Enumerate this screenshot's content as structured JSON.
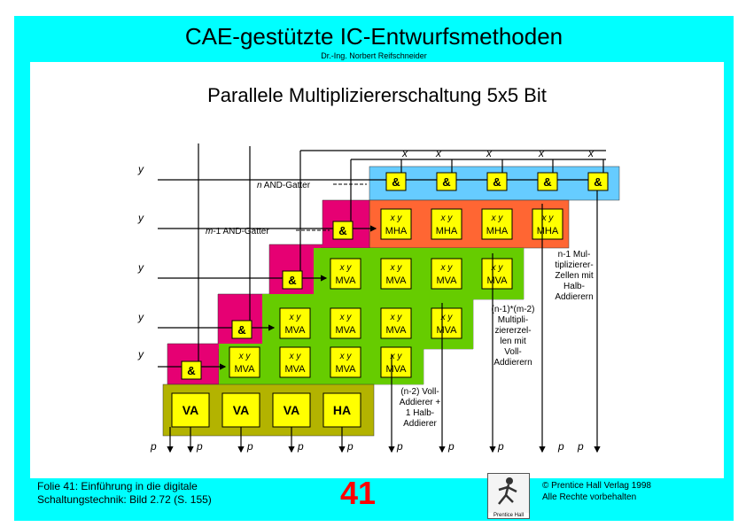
{
  "header": {
    "course_title": "CAE-gestützte IC-Entwurfsmethoden",
    "author": "Dr.-Ing. Norbert Reifschneider"
  },
  "slide": {
    "title": "Parallele Multipliziererschaltung 5x5 Bit"
  },
  "labels": {
    "x": "x",
    "y": "y",
    "p": "p",
    "and": "&",
    "mha": "MHA",
    "mva": "MVA",
    "va": "VA",
    "ha": "HA"
  },
  "annotations": {
    "and_n_prefix": "n",
    "and_n_rest": " AND-Gatter",
    "and_m_prefix": "m",
    "and_m_rest": "-1 AND-Gatter",
    "half_cells": [
      "n-1 Mul-",
      "tiplizierer-",
      "Zellen mit",
      "Halb-",
      "Addierern"
    ],
    "full_cells": [
      "(n-1)*(m-2)",
      "Multipli-",
      "ziererzel-",
      "len mit",
      "Voll-",
      "Addierern"
    ],
    "adders": [
      "(n-2) Voll-",
      "Addierer +",
      "1 Halb-",
      "Addierer"
    ]
  },
  "colors": {
    "frame": "#00ffff",
    "and_row_bg": "#66ccff",
    "mha_row_bg": "#ff6633",
    "mva_bg": "#66cc00",
    "and_col_bg": "#e60073",
    "adder_bg": "#b3b300",
    "cell_fill": "#ffff00",
    "slide_number": "#ff0000"
  },
  "footer": {
    "line1": "Folie 41: Einführung in die digitale",
    "line2": "Schaltungstechnik: Bild 2.72 (S. 155)",
    "slide_number": "41",
    "logo_text": "Prentice Hall",
    "copyright_line1": "© Prentice Hall Verlag 1998",
    "copyright_line2": "Alle Rechte vorbehalten"
  }
}
